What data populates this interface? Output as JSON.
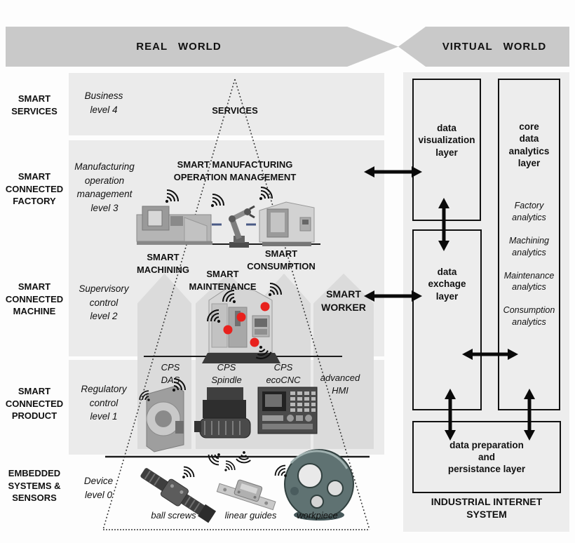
{
  "colors": {
    "banner_gray": "#c9c9c9",
    "band_gray": "#ebebeb",
    "house_gray": "#dbdbdb",
    "panel_gray": "#ededed",
    "line_black": "#111111",
    "sensor_red": "#e8211d",
    "link_dash_blue": "#4a5a85"
  },
  "banners": {
    "real_world": "REAL WORLD",
    "virtual_world": "VIRTUAL WORLD"
  },
  "left_column": {
    "items": [
      {
        "label": "SMART\nSERVICES"
      },
      {
        "label": "SMART\nCONNECTED\nFACTORY"
      },
      {
        "label": "SMART\nCONNECTED\nMACHINE"
      },
      {
        "label": "SMART\nCONNECTED\nPRODUCT"
      },
      {
        "label": "EMBEDDED\nSYSTEMS &\nSENSORS"
      }
    ]
  },
  "pyramid": {
    "levels": [
      {
        "label": "Business\nlevel 4"
      },
      {
        "label": "Manufacturing\noperation\nmanagement\nlevel 3"
      },
      {
        "label": "Supervisory\ncontrol\nlevel 2"
      },
      {
        "label": "Regulatory\ncontrol\nlevel 1"
      },
      {
        "label": "Device\nlevel 0"
      }
    ],
    "services_label": "SERVICES",
    "smom_label": "SMART MANUFACTURING\nOPERATION MANAGEMENT",
    "smart_machining": "SMART\nMACHINING",
    "smart_consumption": "SMART\nCONSUMPTION",
    "smart_maintenance": "SMART\nMAINTENANCE",
    "smart_worker": "SMART\nWORKER",
    "cps_items": [
      {
        "label": "CPS\nDAS"
      },
      {
        "label": "CPS\nSpindle"
      },
      {
        "label": "CPS\necoCNC"
      },
      {
        "label": "advanced\nHMI"
      }
    ],
    "device_items": [
      {
        "label": "ball screws"
      },
      {
        "label": "linear guides"
      },
      {
        "label": "workpiece"
      }
    ]
  },
  "virtual_panel": {
    "visualization_box": "data\nvisualization\nlayer",
    "analytics_box": {
      "title": "core\ndata\nanalytics\nlayer",
      "items": [
        {
          "label": "Factory\nanalytics"
        },
        {
          "label": "Machining\nanalytics"
        },
        {
          "label": "Maintenance\nanalytics"
        },
        {
          "label": "Consumption\nanalytics"
        }
      ]
    },
    "exchange_box": "data\nexchage\nlayer",
    "preparation_box": "data preparation\nand\npersistance layer",
    "system_title": "INDUSTRIAL INTERNET\nSYSTEM"
  }
}
